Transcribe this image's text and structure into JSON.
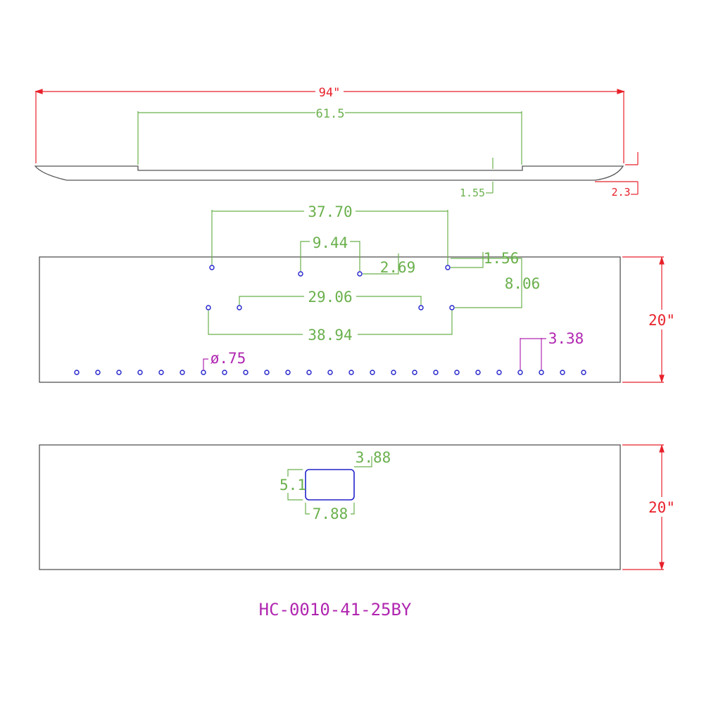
{
  "colors": {
    "red": "#e8202a",
    "green": "#6ab04c",
    "magenta": "#b026b0",
    "blue": "#2222cc",
    "outline": "#555555"
  },
  "top_view": {
    "overall_length": "94\"",
    "center_length": "61.5",
    "step_height": "1.55",
    "end_height": "2.3"
  },
  "front_view": {
    "holes_span_top": "37.70",
    "holes_spacing_a": "9.44",
    "holes_spacing_b": "2.69",
    "holes_offset": "1.56",
    "vertical_offset": "8.06",
    "mid_span_inner": "29.06",
    "mid_span_outer": "38.94",
    "hole_pitch": "3.38",
    "hole_diameter": "ø.75",
    "height": "20\""
  },
  "rear_view": {
    "cutout_offset": "3.88",
    "cutout_height": "5.1",
    "cutout_width": "7.88",
    "height": "20\""
  },
  "part_number": "HC-0010-41-25BY",
  "bottom_hole_count": 25
}
